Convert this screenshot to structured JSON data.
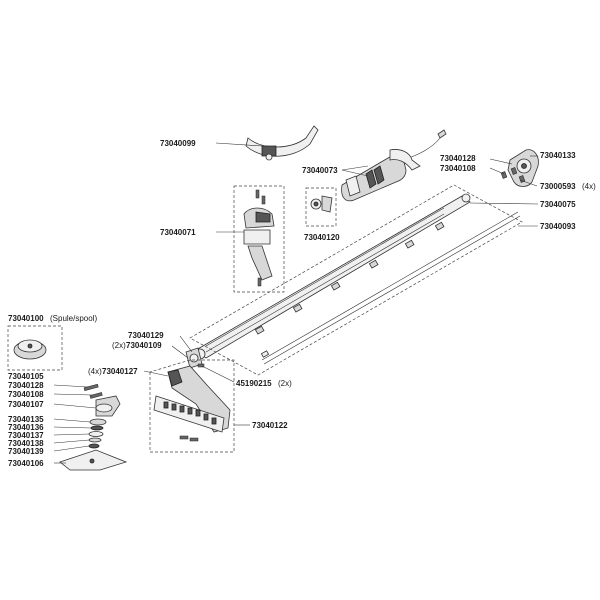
{
  "labels": {
    "p73040099": "73040099",
    "p73040073": "73040073",
    "p73040128_top": "73040128",
    "p73040108_top": "73040108",
    "p73040133": "73040133",
    "p73000593": "73000593",
    "p73000593_qty": "(4x)",
    "p73040075": "73040075",
    "p73040093": "73040093",
    "p73040071": "73040071",
    "p73040120": "73040120",
    "p73040100": "73040100",
    "p73040100_note": "(Spule/spool)",
    "p73040105": "73040105",
    "p73040128_left": "73040128",
    "p73040108_left": "73040108",
    "p73040107": "73040107",
    "p73040135": "73040135",
    "p73040136": "73040136",
    "p73040137": "73040137",
    "p73040138": "73040138",
    "p73040139": "73040139",
    "p73040106": "73040106",
    "p73040129": "73040129",
    "p73040109_qty": "(2x)",
    "p73040109": "73040109",
    "p73040127_qty": "(4x)",
    "p73040127": "73040127",
    "p45190215": "45190215",
    "p45190215_qty": "(2x)",
    "p73040122": "73040122"
  },
  "colors": {
    "line": "#333333",
    "part_fill": "#d8d8d8",
    "part_dark": "#555555",
    "background": "#ffffff"
  }
}
